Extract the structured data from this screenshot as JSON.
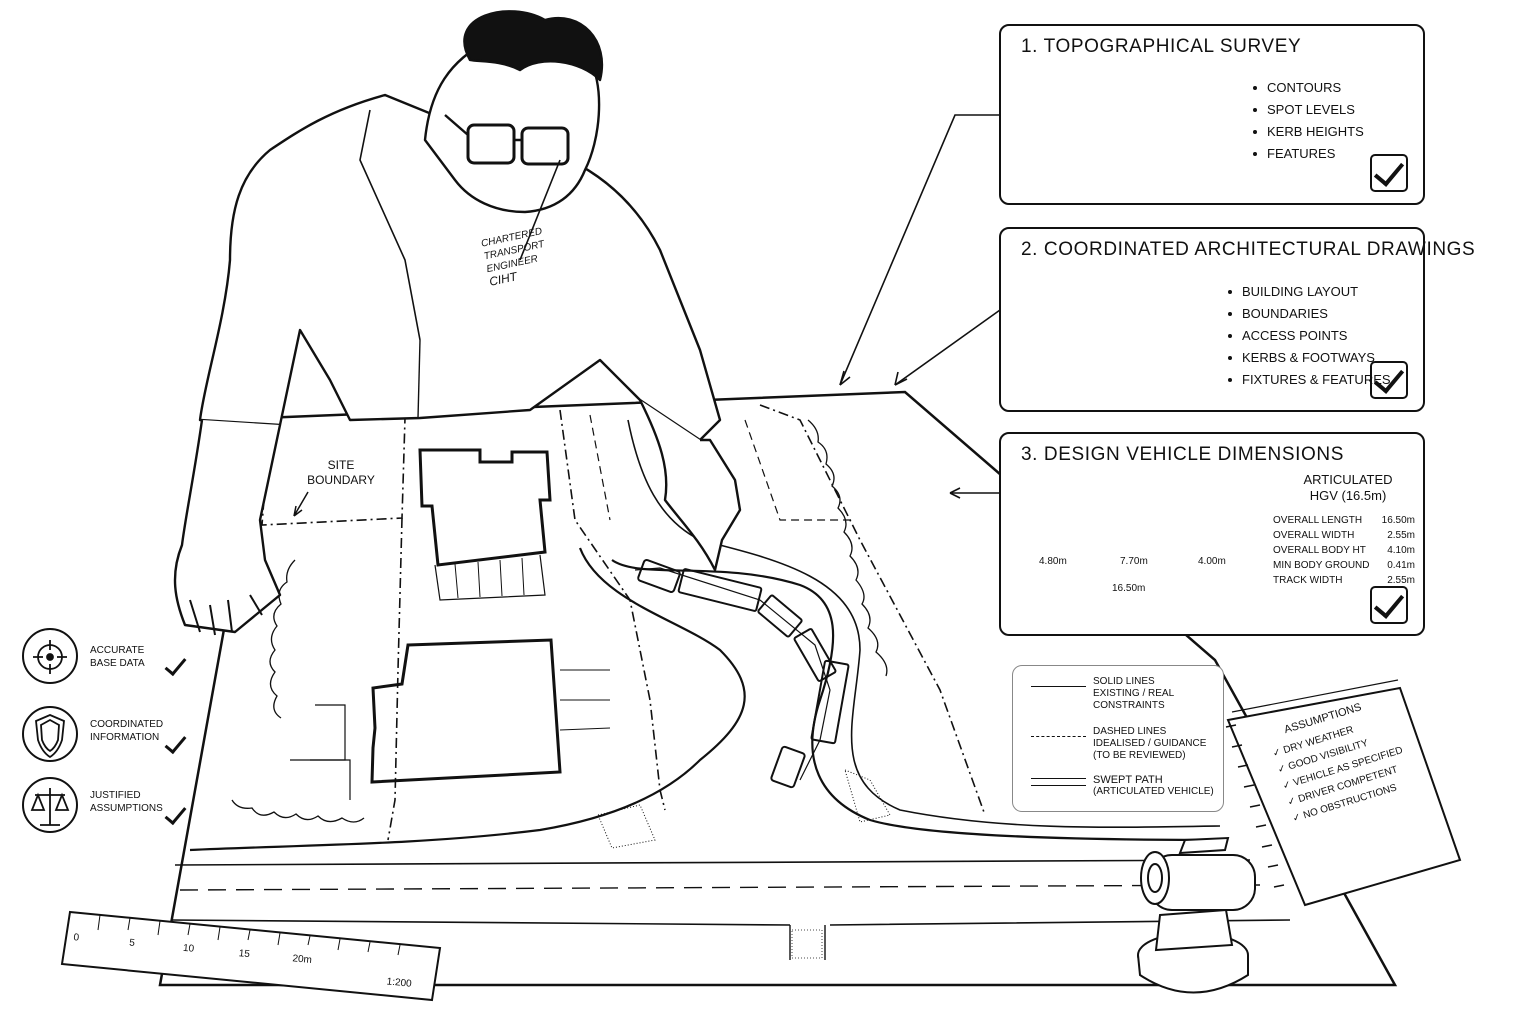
{
  "panels": {
    "survey": {
      "title": "1. TOPOGRAPHICAL SURVEY",
      "items": [
        "CONTOURS",
        "SPOT LEVELS",
        "KERB HEIGHTS",
        "FEATURES"
      ]
    },
    "drawings": {
      "title": "2. COORDINATED ARCHITECTURAL DRAWINGS",
      "items": [
        "BUILDING LAYOUT",
        "BOUNDARIES",
        "ACCESS POINTS",
        "KERBS & FOOTWAYS",
        "FIXTURES & FEATURES"
      ]
    },
    "vehicle": {
      "title": "3. DESIGN VEHICLE DIMENSIONS",
      "vehicle_name": "ARTICULATED",
      "vehicle_size": "HGV (16.5m)",
      "dims": [
        "4.80m",
        "7.70m",
        "4.00m",
        "16.50m"
      ],
      "specs": [
        {
          "label": "OVERALL LENGTH",
          "value": "16.50m"
        },
        {
          "label": "OVERALL WIDTH",
          "value": "2.55m"
        },
        {
          "label": "OVERALL BODY HT",
          "value": "4.10m"
        },
        {
          "label": "MIN BODY GROUND",
          "value": "0.41m"
        },
        {
          "label": "TRACK WIDTH",
          "value": "2.55m"
        }
      ]
    }
  },
  "legend": {
    "solid": [
      "SOLID LINES",
      "EXISTING / REAL",
      "CONSTRAINTS"
    ],
    "dashed": [
      "DASHED LINES",
      "IDEALISED / GUIDANCE",
      "(TO BE REVIEWED)"
    ],
    "swept": [
      "SWEPT PATH",
      "(ARTICULATED VEHICLE)"
    ]
  },
  "side_items": [
    {
      "icon": "crosshair-icon",
      "lines": [
        "ACCURATE",
        "BASE DATA"
      ]
    },
    {
      "icon": "shield-icon",
      "lines": [
        "COORDINATED",
        "INFORMATION"
      ]
    },
    {
      "icon": "scales-icon",
      "lines": [
        "JUSTIFIED",
        "ASSUMPTIONS"
      ]
    }
  ],
  "jacket": [
    "CHARTERED",
    "TRANSPORT",
    "ENGINEER",
    "CIHT"
  ],
  "site_boundary": [
    "SITE",
    "BOUNDARY"
  ],
  "notebook": {
    "title": "ASSUMPTIONS",
    "items": [
      "DRY WEATHER",
      "GOOD VISIBILITY",
      "VEHICLE AS SPECIFIED",
      "DRIVER COMPETENT",
      "NO OBSTRUCTIONS"
    ]
  },
  "ruler": {
    "ticks": [
      "0",
      "5",
      "10",
      "15",
      "20m"
    ],
    "scale": "1:200"
  }
}
